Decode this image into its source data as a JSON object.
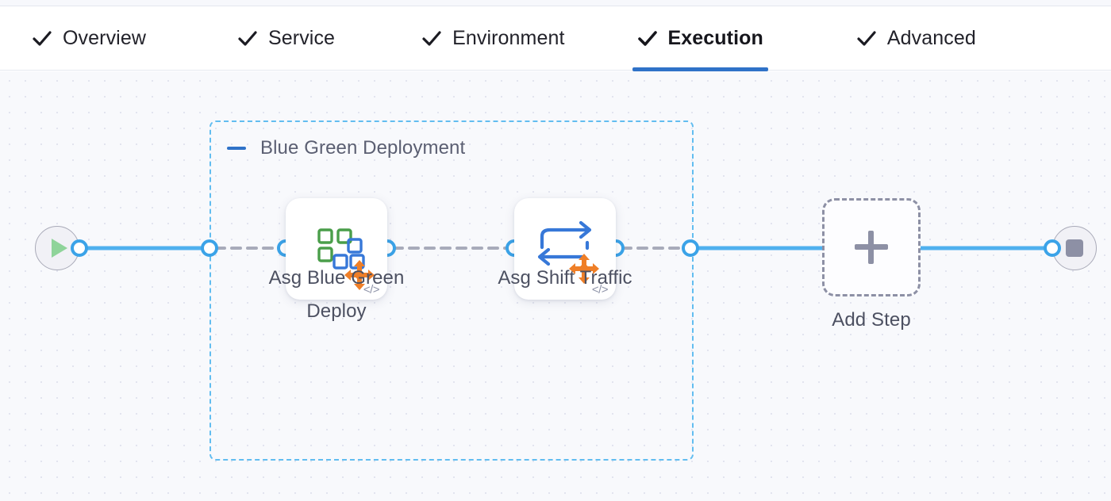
{
  "tabs": [
    {
      "label": "Overview",
      "icon": "check-icon",
      "selected": false,
      "completed": true
    },
    {
      "label": "Service",
      "icon": "check-icon",
      "selected": false,
      "completed": true
    },
    {
      "label": "Environment",
      "icon": "check-icon",
      "selected": false,
      "completed": true
    },
    {
      "label": "Execution",
      "icon": "check-icon",
      "selected": true,
      "completed": true
    },
    {
      "label": "Advanced",
      "icon": "check-icon",
      "selected": false,
      "completed": true
    }
  ],
  "canvas": {
    "start_node": {
      "name": "pipeline-start",
      "icon": "play-icon"
    },
    "end_node": {
      "name": "pipeline-end",
      "icon": "stop-icon"
    },
    "group": {
      "title": "Blue Green Deployment",
      "collapse_icon": "minus-icon",
      "steps": [
        {
          "label": "Asg Blue Green Deploy",
          "icon": "asg-blue-green-deploy-icon",
          "badge": "code-glyph"
        },
        {
          "label": "Asg Shift Traffic",
          "icon": "asg-shift-traffic-icon",
          "badge": "code-glyph"
        }
      ]
    },
    "add_step": {
      "label": "Add Step",
      "icon": "plus-icon"
    }
  },
  "colors": {
    "accent_blue": "#2f72c8",
    "edge_blue": "#3ba3e8",
    "group_border": "#62bdf0",
    "canvas_bg": "#f8f9fc",
    "dashed_gray": "#8d90a5",
    "icon_green": "#4a9e4a",
    "icon_blue": "#3778d8",
    "icon_orange": "#ef7f28",
    "start_green": "#8fd49a",
    "stop_gray": "#8d90a5"
  }
}
